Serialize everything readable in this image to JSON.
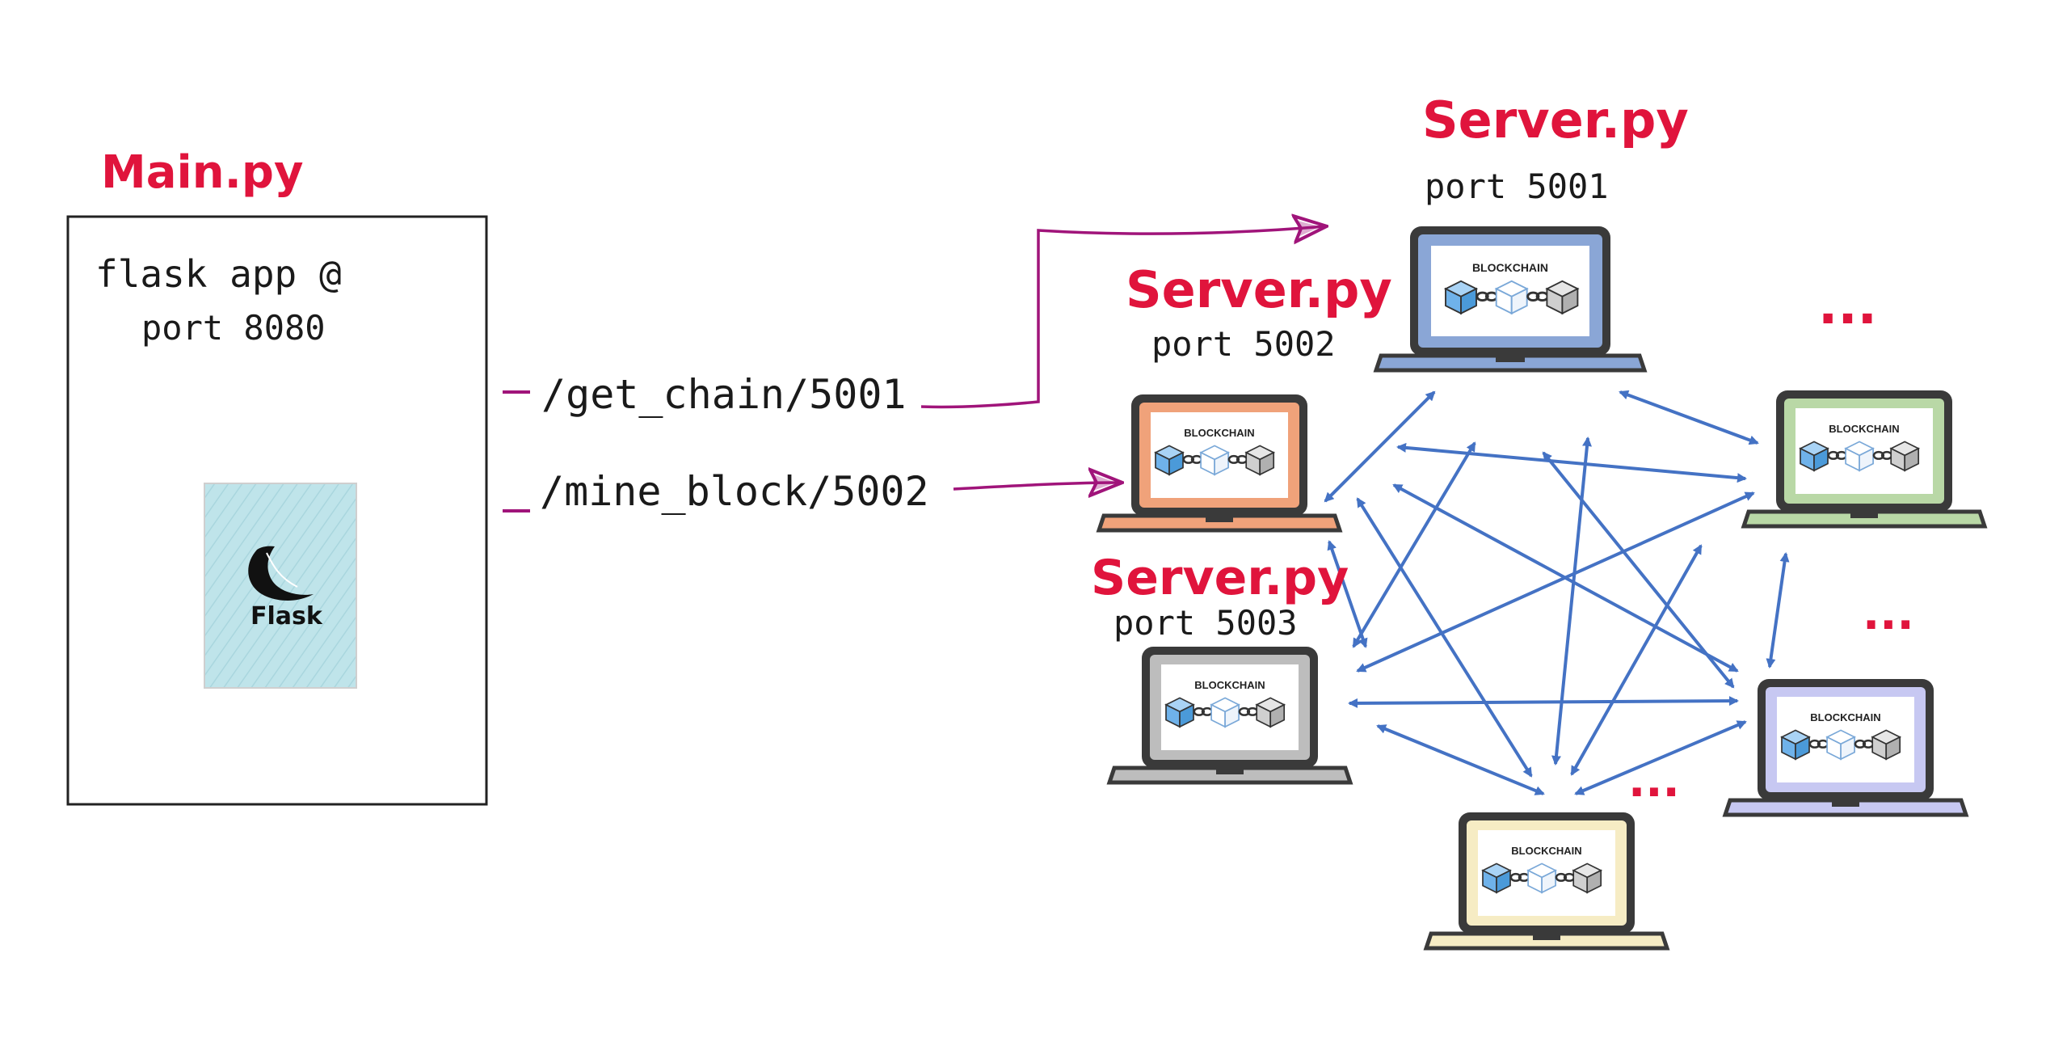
{
  "main": {
    "title": "Main.py",
    "box_line1": "flask app @",
    "box_line2": "port 8080",
    "flask_logo_text": "Flask"
  },
  "routes": [
    {
      "label": "/get_chain/5001"
    },
    {
      "label": "/mine_block/5002"
    }
  ],
  "servers": [
    {
      "title": "Server.py",
      "port": "port 5001",
      "screen_label": "BLOCKCHAIN",
      "color": "#8aa6d6"
    },
    {
      "title": "Server.py",
      "port": "port 5002",
      "screen_label": "BLOCKCHAIN",
      "color": "#f0a27a"
    },
    {
      "title": "Server.py",
      "port": "port 5003",
      "screen_label": "BLOCKCHAIN",
      "color": "#bdbdbd"
    }
  ],
  "other_nodes": [
    {
      "screen_label": "BLOCKCHAIN",
      "color": "#b9d8a6"
    },
    {
      "screen_label": "BLOCKCHAIN",
      "color": "#c7c8f2"
    },
    {
      "screen_label": "BLOCKCHAIN",
      "color": "#f6ecc4"
    }
  ],
  "ellipsis": "...",
  "colors": {
    "title_red": "#e0143c",
    "route_arrow": "#a0147a",
    "network_arrow": "#4472c4"
  }
}
